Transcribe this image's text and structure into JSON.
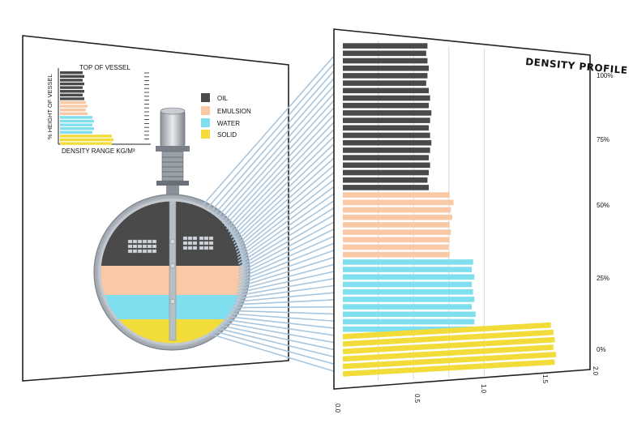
{
  "left_panel": {
    "mini_chart": {
      "top_label": "TOP OF VESSEL",
      "y_label": "% HEIGHT OF VESSEL",
      "x_label": "DENSITY RANGE KG/M³"
    },
    "legend": [
      {
        "label": "OIL",
        "color": "#4a4a4a"
      },
      {
        "label": "EMULSION",
        "color": "#f8c9a4"
      },
      {
        "label": "WATER",
        "color": "#7fdfee"
      },
      {
        "label": "SOLID",
        "color": "#f2dc3a"
      }
    ]
  },
  "colors": {
    "oil": "#4a4a4a",
    "emulsion": "#f8c9a4",
    "water": "#7fdfee",
    "solid": "#f2dc3a",
    "connector": "#a9c6dd"
  },
  "chart_data": {
    "type": "bar",
    "orientation": "horizontal",
    "title": "DENSITY PROFILE",
    "y_tick_labels": [
      "100%",
      "75%",
      "50%",
      "25%",
      "0%"
    ],
    "x_tick_labels": [
      "0.0",
      "0.5",
      "1.0",
      "1.5",
      "2.0"
    ],
    "xlim": [
      0,
      2.0
    ],
    "grid": true,
    "series": [
      {
        "name": "OIL",
        "values": [
          0.65,
          0.64,
          0.65,
          0.66,
          0.65,
          0.64,
          0.66,
          0.67,
          0.66,
          0.68,
          0.67,
          0.66,
          0.67,
          0.68,
          0.67,
          0.66,
          0.67,
          0.66,
          0.65,
          0.66
        ]
      },
      {
        "name": "EMULSION",
        "values": [
          0.82,
          0.85,
          0.83,
          0.84,
          0.82,
          0.83,
          0.82,
          0.81,
          0.82
        ]
      },
      {
        "name": "WATER",
        "values": [
          1.0,
          0.99,
          1.01,
          0.99,
          1.0,
          1.01,
          0.99,
          1.02,
          1.01,
          1.0
        ]
      },
      {
        "name": "SOLID",
        "values": [
          1.6,
          1.62,
          1.63,
          1.62,
          1.64,
          1.63
        ]
      }
    ]
  }
}
